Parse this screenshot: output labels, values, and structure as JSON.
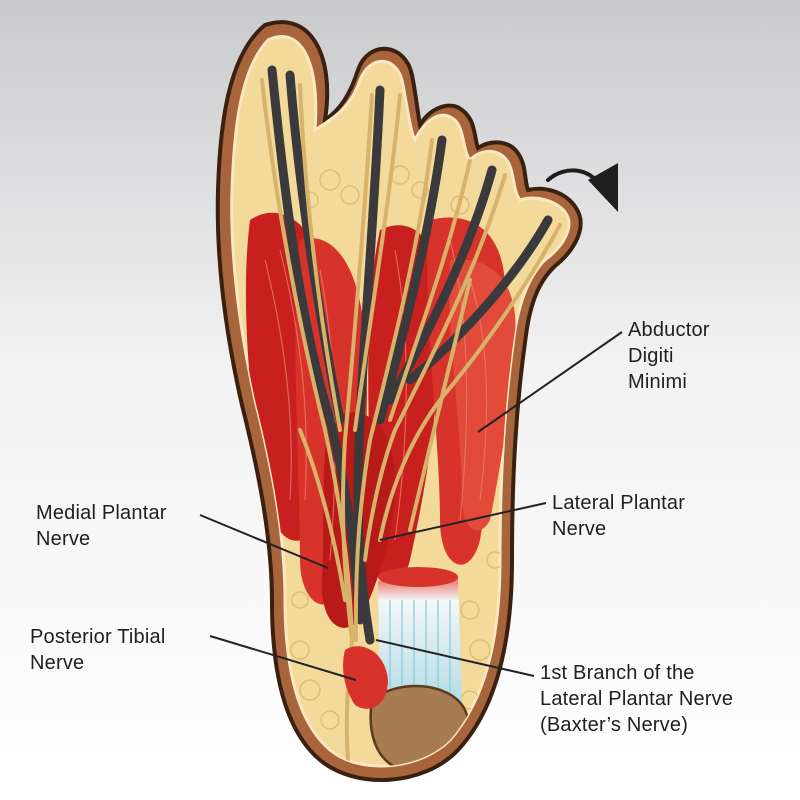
{
  "labels": {
    "abductor": {
      "lines": [
        "Abductor",
        "Digiti",
        "Minimi"
      ]
    },
    "lateral_plantar": {
      "lines": [
        "Lateral Plantar",
        "Nerve"
      ]
    },
    "medial_plantar": {
      "lines": [
        "Medial Plantar",
        "Nerve"
      ]
    },
    "posterior_tibial": {
      "lines": [
        "Posterior Tibial",
        "Nerve"
      ]
    },
    "baxter": {
      "lines": [
        "1st Branch of the",
        "Lateral Plantar Nerve",
        "(Baxter’s Nerve)"
      ]
    }
  },
  "colors": {
    "background_top": "#c9cacc",
    "background_bottom": "#ffffff",
    "skin": "#a8643a",
    "skin_dark": "#6e3b1e",
    "fat": "#f3d99a",
    "muscle": "#c8201e",
    "muscle_light": "#e24a3a",
    "nerve": "#d6b26a",
    "vessel": "#3a3a3c",
    "tendon": "#b8dfe6",
    "heel_bone": "#a87c52",
    "leader": "#222222"
  },
  "icons": [
    "rotation-arrow-icon"
  ]
}
